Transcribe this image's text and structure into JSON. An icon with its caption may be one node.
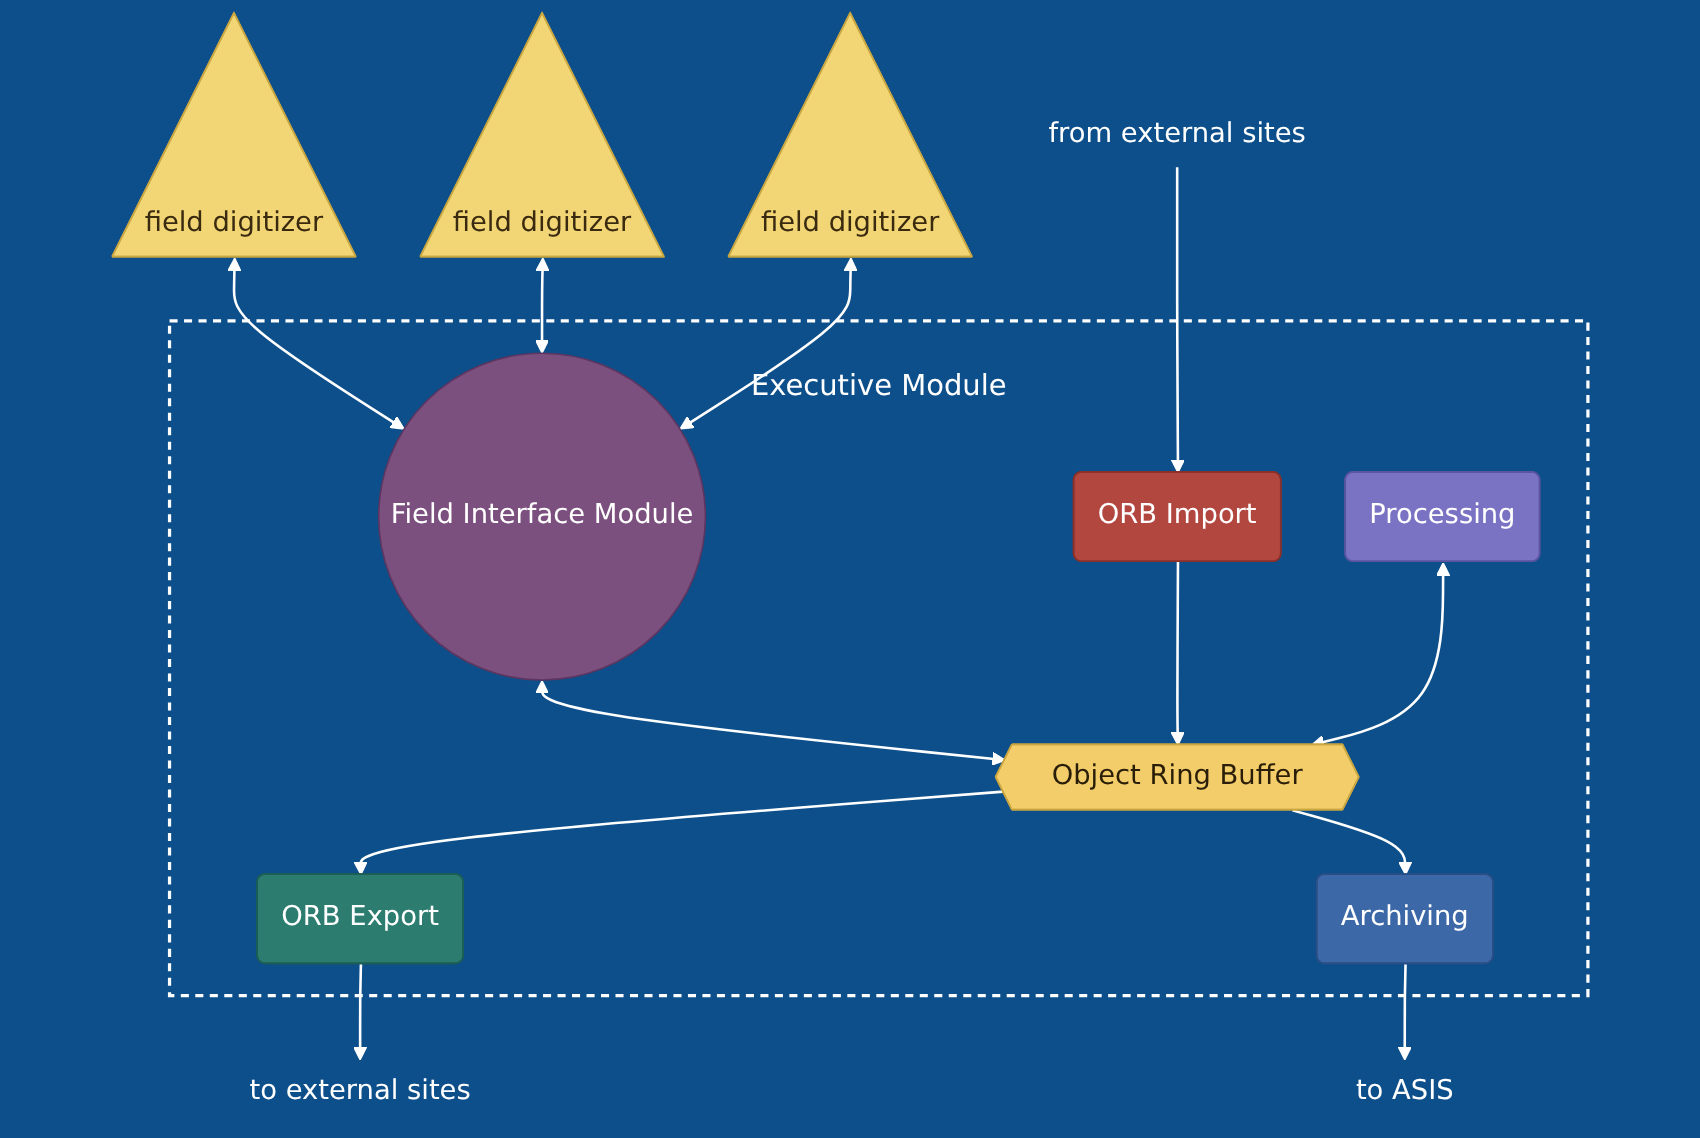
{
  "diagram": {
    "nodes": [
      {
        "text": [
          "field digitizer"
        ]
      },
      {
        "text": [
          "field digitizer"
        ]
      },
      {
        "text": [
          "field digitizer"
        ]
      },
      {
        "text": [
          "Executive Module"
        ]
      },
      {
        "text": [
          "Field Interface Module"
        ],
        "in": 3
      },
      {
        "text": [
          "from external sites"
        ]
      },
      {
        "text": [
          "ORB Import"
        ],
        "in": 3
      },
      {
        "text": [
          "Object Ring Buffer"
        ],
        "in": 3
      },
      {
        "text": [
          "ORB Export"
        ],
        "in": 3
      },
      {
        "text": [
          "to external sites"
        ]
      },
      {
        "text": [
          "Processing"
        ],
        "in": 3
      },
      {
        "text": [
          "Archiving"
        ],
        "in": 3
      },
      {
        "text": [
          "to ASIS"
        ]
      }
    ],
    "edges": [
      {
        "from": 0,
        "to": 4,
        "arrow": "both"
      },
      {
        "from": 1,
        "to": 4,
        "arrow": "both"
      },
      {
        "from": 2,
        "to": 4,
        "arrow": "both"
      },
      {
        "from": 4,
        "to": 7,
        "arrow": "both"
      },
      {
        "from": 5,
        "to": 6,
        "arrow": "to"
      },
      {
        "from": 6,
        "to": 7,
        "arrow": "to"
      },
      {
        "from": 7,
        "to": 8,
        "arrow": "to"
      },
      {
        "from": 8,
        "to": 9,
        "arrow": "to"
      },
      {
        "from": 10,
        "to": 7,
        "arrow": "both"
      },
      {
        "from": 7,
        "to": 11,
        "arrow": "to"
      },
      {
        "from": 11,
        "to": 12,
        "arrow": "to"
      }
    ]
  }
}
